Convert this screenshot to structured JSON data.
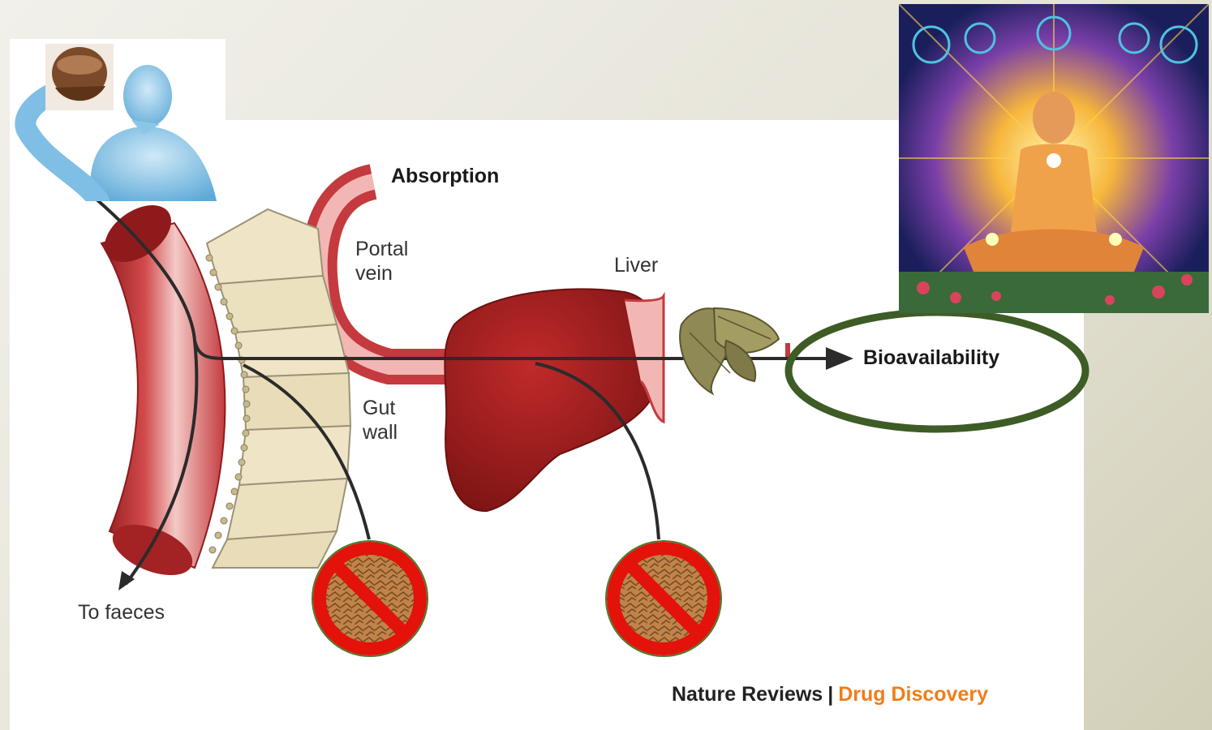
{
  "diagram": {
    "labels": {
      "absorption": "Absorption",
      "portal_vein": "Portal\nvein",
      "liver": "Liver",
      "gut_wall": "Gut\nwall",
      "to_faeces": "To faeces",
      "bioavailability": "Bioavailability"
    },
    "credit": {
      "publisher": "Nature Reviews",
      "separator": "|",
      "journal": "Drug Discovery"
    }
  },
  "colors": {
    "vessel": "#c43a3e",
    "vessel_dark": "#8f1a1c",
    "liver": "#9e1b1b",
    "gut_cells": "#efe5c6",
    "arrow": "#2b2b2b",
    "ellipse_outline": "#3e5c25",
    "prohibition_red": "#e3120b",
    "journal_orange": "#f07d1a"
  },
  "images": {
    "top_left": "person-drinking-from-gourd",
    "top_right": "visionary-meditation-art",
    "leaves": "dried-leaves",
    "prohibition_1": "no-symbol-over-bark",
    "prohibition_2": "no-symbol-over-bark"
  }
}
